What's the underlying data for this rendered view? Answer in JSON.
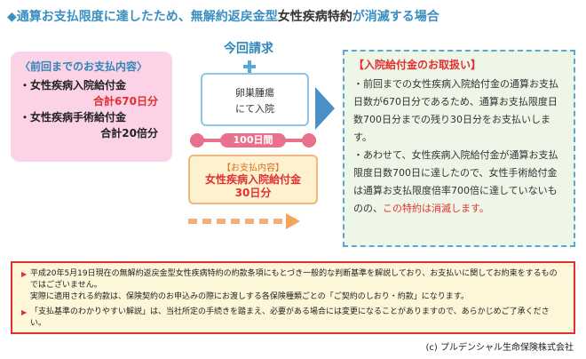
{
  "title": {
    "marker": "◆",
    "text_blue": "通算お支払限度に達したため、無解約返戻金型",
    "text_dark": "女性疾病特約",
    "text_end": "が消滅する場合"
  },
  "previous": {
    "heading": "〈前回までのお支払内容〉",
    "items": [
      {
        "label": "・女性疾病入院給付金",
        "amount": "合計670日分"
      },
      {
        "label": "・女性疾病手術給付金",
        "amount": "合計20倍分"
      }
    ]
  },
  "current": {
    "heading": "今回請求",
    "diagnosis_line1": "卵巣腫瘍",
    "diagnosis_line2": "にて入院",
    "days_label": "100日間",
    "payment_heading": "【お支払内容】",
    "payment_line1": "女性疾病入院給付金",
    "payment_line2": "30日分"
  },
  "rules": {
    "heading": "【入院給付金のお取扱い】",
    "p1": "・前回までの女性疾病入院給付金の通算お支払日数が670日分であるため、通算お支払限度日数700日分までの残り30日分をお支払いします。",
    "p2_a": "・あわせて、女性疾病入院給付金が通算お支払限度日数700日に達したので、女性手術給付金は通算お支払限度倍率700倍に達していないものの、",
    "p2_red": "この特約は消滅します。"
  },
  "notice": {
    "line1": "平成20年5月19日現在の無解約返戻金型女性疾病特約の約款条項にもとづき一般的な判断基準を解説しており、お支払いに関してお約束をするものではございません。",
    "line2": "実際に適用される約款は、保険契約のお申込みの際にお渡しする各保険種類ごとの「ご契約のしおり・約款」になります。",
    "line3": "「支払基準のわかりやすい解説」は、当社所定の手続きを踏まえ、必要がある場合には変更になることがありますので、あらかじめご了承ください。"
  },
  "copyright": "(c) プルデンシャル生命保険株式会社",
  "colors": {
    "blue": "#3a8fc0",
    "pink_box": "#fbd2e6",
    "red": "#e23030",
    "green_box": "#eef6e8",
    "notice_bg": "#fdf6d8"
  },
  "icons": [
    "medical-cross-icon",
    "arrow-right-icon",
    "dashed-arrow-icon",
    "bullet-triangle-icon"
  ]
}
